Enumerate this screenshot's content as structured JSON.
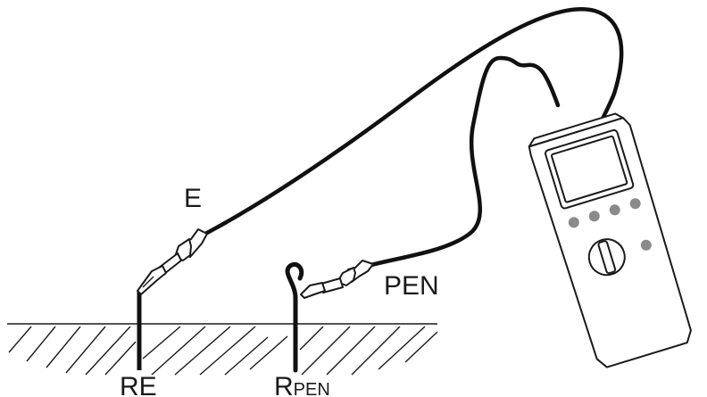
{
  "labels": {
    "e": "E",
    "pen": "PEN",
    "re": "RE",
    "rpen_prefix": "R",
    "rpen_suffix": "PEN"
  },
  "colors": {
    "line": "#111111",
    "button": "#8a8a8a",
    "background": "#ffffff"
  },
  "icons": {
    "meter": "earth-resistance-tester-icon",
    "clip": "alligator-clip-icon",
    "hook": "hook-probe-icon"
  }
}
